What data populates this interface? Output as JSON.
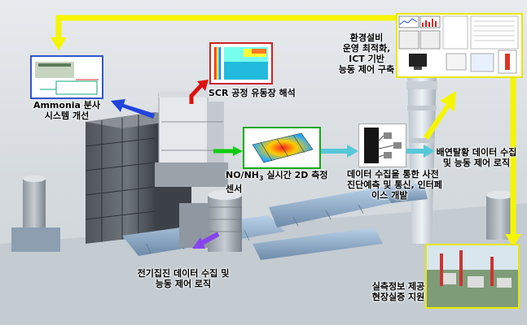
{
  "labels": {
    "ammonia": [
      "Ammonia 분사",
      "시스템 개선"
    ],
    "scr": "SCR 공정 유동장 해석",
    "eco": [
      "환경설비",
      "운영 최적화,",
      "ICT 기반",
      "능동 제어 구축"
    ],
    "nox_main": "NO/NH",
    "nox_sub": "3",
    "nox_rest": " 실시간 2D 측정",
    "nox_line2": "센서",
    "data": [
      "데이터 수집을 통한 사전",
      "진단예측 및 통신, 인터페",
      "이스 개발"
    ],
    "fgd": [
      "배연탈황 데이터 수집",
      "및 능동 제어 로직"
    ],
    "esp": [
      "전기집진 데이터 수집 및",
      "능동 제어 로직"
    ],
    "info": [
      "실측정보 제공",
      "현장실증 지원"
    ]
  },
  "colors": {
    "yellow_arrow": "#f5f500",
    "blue_arrow": "#2244dd",
    "red_arrow": "#dd1111",
    "green_arrow": "#11cc11",
    "cyan_arrow": "#55c8d8",
    "purple_arrow": "#8844ee"
  }
}
